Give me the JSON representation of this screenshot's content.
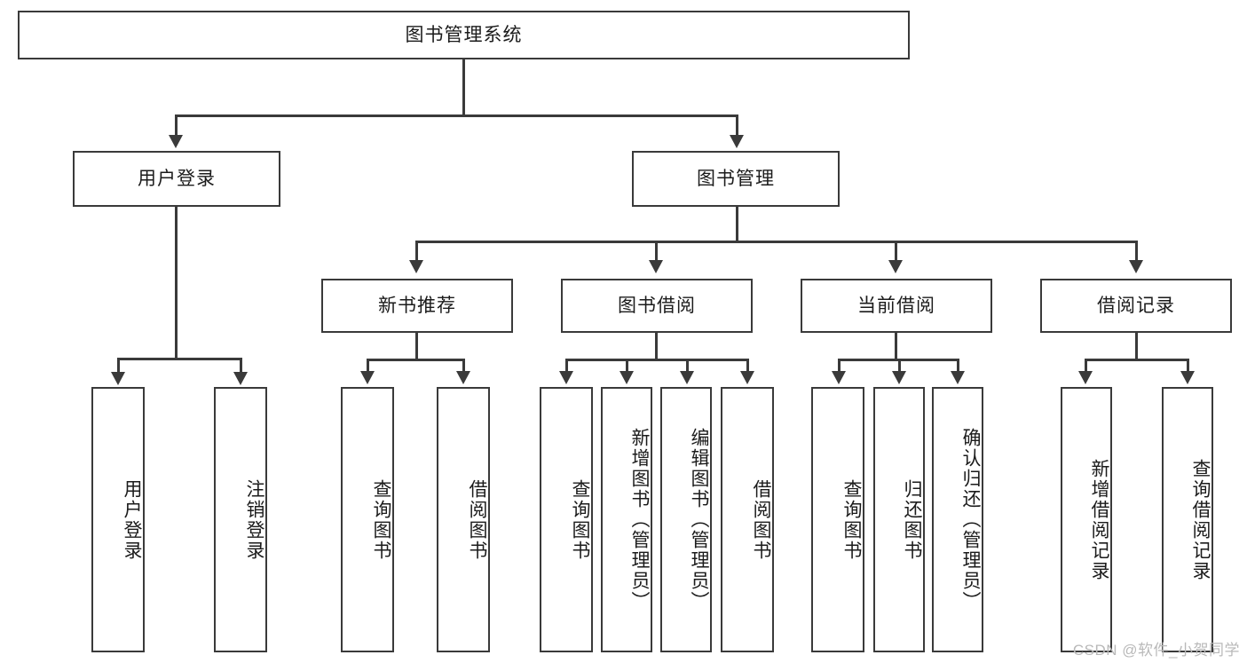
{
  "diagram": {
    "type": "tree",
    "title": "图书管理系统",
    "root": {
      "label": "图书管理系统"
    },
    "level2": [
      {
        "label": "用户登录"
      },
      {
        "label": "图书管理"
      }
    ],
    "level3": [
      {
        "label": "新书推荐"
      },
      {
        "label": "图书借阅"
      },
      {
        "label": "当前借阅"
      },
      {
        "label": "借阅记录"
      }
    ],
    "leaves": {
      "user_login": [
        {
          "label": "用户登录"
        },
        {
          "label": "注销登录"
        }
      ],
      "new_book_recommend": [
        {
          "label": "查询图书"
        },
        {
          "label": "借阅图书"
        }
      ],
      "book_borrow": [
        {
          "label": "查询图书"
        },
        {
          "label": "新增图书（管理员）"
        },
        {
          "label": "编辑图书（管理员）"
        },
        {
          "label": "借阅图书"
        }
      ],
      "current_borrow": [
        {
          "label": "查询图书"
        },
        {
          "label": "归还图书"
        },
        {
          "label": "确认归还（管理员）"
        }
      ],
      "borrow_record": [
        {
          "label": "新增借阅记录"
        },
        {
          "label": "查询借阅记录"
        }
      ]
    }
  },
  "watermark": {
    "text": "CSDN @软件_小贺同学"
  },
  "colors": {
    "stroke": "#3a3a3a",
    "background": "#ffffff",
    "text": "#1b1b1b",
    "watermark": "#b9b9b9"
  }
}
